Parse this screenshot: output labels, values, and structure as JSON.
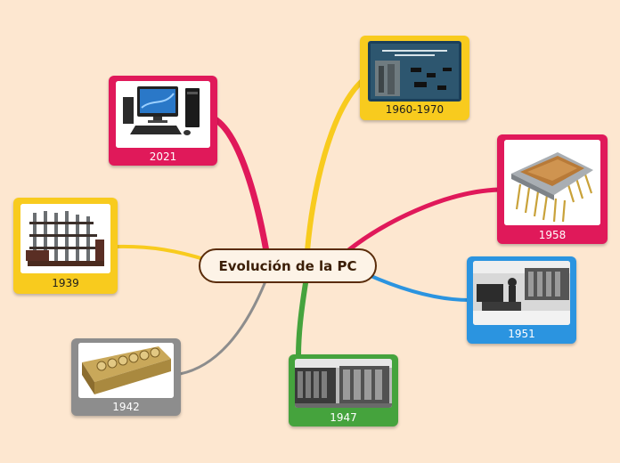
{
  "map": {
    "central": "Evolución de la PC",
    "nodes": [
      {
        "id": "n2021",
        "label": "2021",
        "color": "#e0195a"
      },
      {
        "id": "n1960",
        "label": "1960-1970",
        "color": "#f8cb1e"
      },
      {
        "id": "n1958",
        "label": "1958",
        "color": "#e0195a"
      },
      {
        "id": "n1939",
        "label": "1939",
        "color": "#f8cb1e"
      },
      {
        "id": "n1951",
        "label": "1951",
        "color": "#2b94e0"
      },
      {
        "id": "n1942",
        "label": "1942",
        "color": "#8d8d8d"
      },
      {
        "id": "n1947",
        "label": "1947",
        "color": "#45a33d"
      }
    ]
  }
}
